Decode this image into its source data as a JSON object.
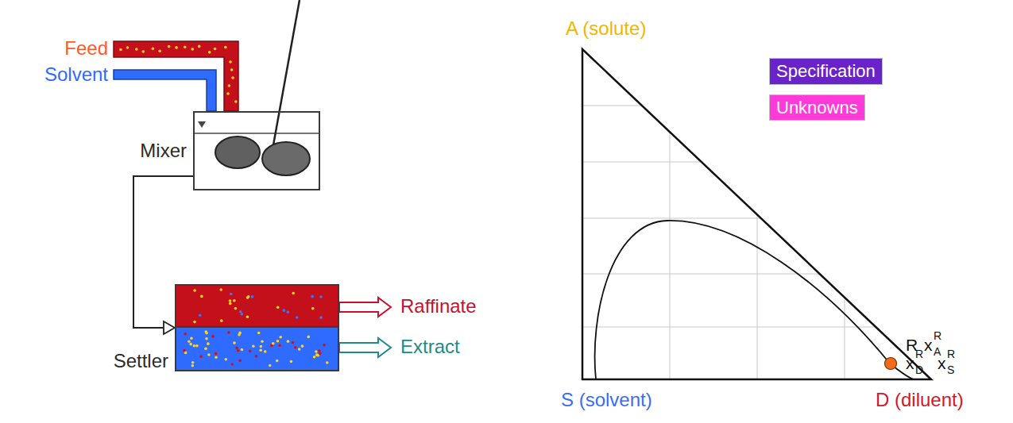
{
  "diagram": {
    "nodes": [
      {
        "text": [
          "Mixer"
        ]
      },
      {
        "text": [
          "Settler"
        ]
      }
    ],
    "edges": [
      {
        "from": 0,
        "to": 1,
        "arrow": "to"
      }
    ],
    "labels": [
      "Feed",
      "Solvent",
      "Raffinate",
      "Extract",
      "A (solute)",
      "S (solvent)",
      "D (diluent)",
      "R",
      "x",
      "R",
      "A",
      "x",
      "R",
      "D",
      "x",
      "R",
      "S"
    ],
    "legend": [
      {
        "text": "Specification",
        "color": "#6a22c9"
      },
      {
        "text": "Unknowns",
        "color": "#ff3ad8"
      }
    ]
  }
}
